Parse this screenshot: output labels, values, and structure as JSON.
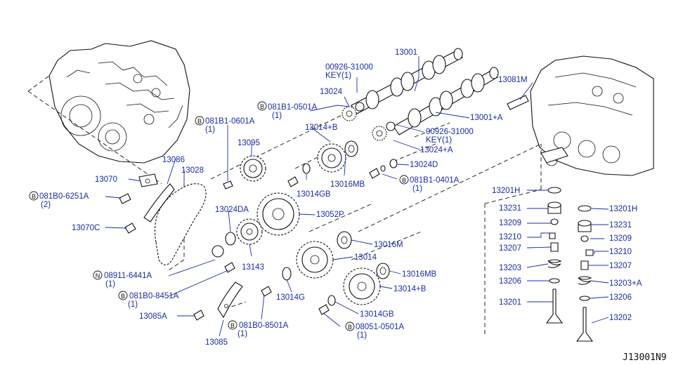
{
  "diagram_code": "J13001N9",
  "callouts": [
    {
      "id": "13001",
      "text": "13001"
    },
    {
      "id": "key-top",
      "text": "00926-31000"
    },
    {
      "id": "key-top-sub",
      "text": "KEY(1)"
    },
    {
      "id": "13024",
      "text": "13024"
    },
    {
      "id": "bolt-0501a-top",
      "text": "081B1-0501A"
    },
    {
      "id": "bolt-0501a-top-qty",
      "text": "(1)"
    },
    {
      "id": "13081m",
      "text": "13081M"
    },
    {
      "id": "13001a",
      "text": "13001+A"
    },
    {
      "id": "key-mid",
      "text": "00926-31000"
    },
    {
      "id": "key-mid-sub",
      "text": "KEY(1)"
    },
    {
      "id": "13024a",
      "text": "13024+A"
    },
    {
      "id": "bolt-0601a",
      "text": "081B1-0601A"
    },
    {
      "id": "bolt-0601a-qty",
      "text": "(1)"
    },
    {
      "id": "13014b-top",
      "text": "13014+B"
    },
    {
      "id": "13095",
      "text": "13095"
    },
    {
      "id": "13024d",
      "text": "13024D"
    },
    {
      "id": "13086",
      "text": "13086"
    },
    {
      "id": "13028",
      "text": "13028"
    },
    {
      "id": "13070",
      "text": "13070"
    },
    {
      "id": "13014gb-top",
      "text": "13014GB"
    },
    {
      "id": "13016mb-top",
      "text": "13016MB"
    },
    {
      "id": "bolt-0401a",
      "text": "081B1-0401A"
    },
    {
      "id": "bolt-0401a-qty",
      "text": "(1)"
    },
    {
      "id": "bolt-6251a",
      "text": "081B0-6251A"
    },
    {
      "id": "bolt-6251a-qty",
      "text": "(2)"
    },
    {
      "id": "13201h-l",
      "text": "13201H"
    },
    {
      "id": "13024da",
      "text": "13024DA"
    },
    {
      "id": "13052p",
      "text": "13052P"
    },
    {
      "id": "13231-l",
      "text": "13231"
    },
    {
      "id": "13201h-r",
      "text": "13201H"
    },
    {
      "id": "13070c",
      "text": "13070C"
    },
    {
      "id": "13209-l",
      "text": "13209"
    },
    {
      "id": "13231-r",
      "text": "13231"
    },
    {
      "id": "13016m",
      "text": "13016M"
    },
    {
      "id": "13210-l",
      "text": "13210"
    },
    {
      "id": "13209-r",
      "text": "13209"
    },
    {
      "id": "13207-l",
      "text": "13207"
    },
    {
      "id": "13210-r",
      "text": "13210"
    },
    {
      "id": "13014",
      "text": "13014"
    },
    {
      "id": "13207-r",
      "text": "13207"
    },
    {
      "id": "13143",
      "text": "13143"
    },
    {
      "id": "13203-l",
      "text": "13203"
    },
    {
      "id": "13016mb-bot",
      "text": "13016MB"
    },
    {
      "id": "nut-6441a",
      "text": "08911-6441A"
    },
    {
      "id": "nut-6441a-qty",
      "text": "(1)"
    },
    {
      "id": "13206-l",
      "text": "13206"
    },
    {
      "id": "13203a",
      "text": "13203+A"
    },
    {
      "id": "13014b-bot",
      "text": "13014+B"
    },
    {
      "id": "bolt-8451a",
      "text": "081B0-8451A"
    },
    {
      "id": "bolt-8451a-qty",
      "text": "(1)"
    },
    {
      "id": "13014g",
      "text": "13014G"
    },
    {
      "id": "13206-r",
      "text": "13206"
    },
    {
      "id": "13201",
      "text": "13201"
    },
    {
      "id": "13014gb-bot",
      "text": "13014GB"
    },
    {
      "id": "13085a",
      "text": "13085A"
    },
    {
      "id": "13202",
      "text": "13202"
    },
    {
      "id": "bolt-8501a",
      "text": "081B0-8501A"
    },
    {
      "id": "bolt-8501a-qty",
      "text": "(1)"
    },
    {
      "id": "bolt-0501a-bot",
      "text": "08051-0501A"
    },
    {
      "id": "bolt-0501a-bot-qty",
      "text": "(1)"
    },
    {
      "id": "13085",
      "text": "13085"
    }
  ],
  "badges": [
    {
      "id": "b-0501a-top",
      "text": "B"
    },
    {
      "id": "b-0601a",
      "text": "B"
    },
    {
      "id": "b-0401a",
      "text": "B"
    },
    {
      "id": "b-6251a",
      "text": "B"
    },
    {
      "id": "n-6441a",
      "text": "N"
    },
    {
      "id": "b-8451a",
      "text": "B"
    },
    {
      "id": "b-8501a",
      "text": "B"
    },
    {
      "id": "b-0501a-bot",
      "text": "B"
    }
  ]
}
